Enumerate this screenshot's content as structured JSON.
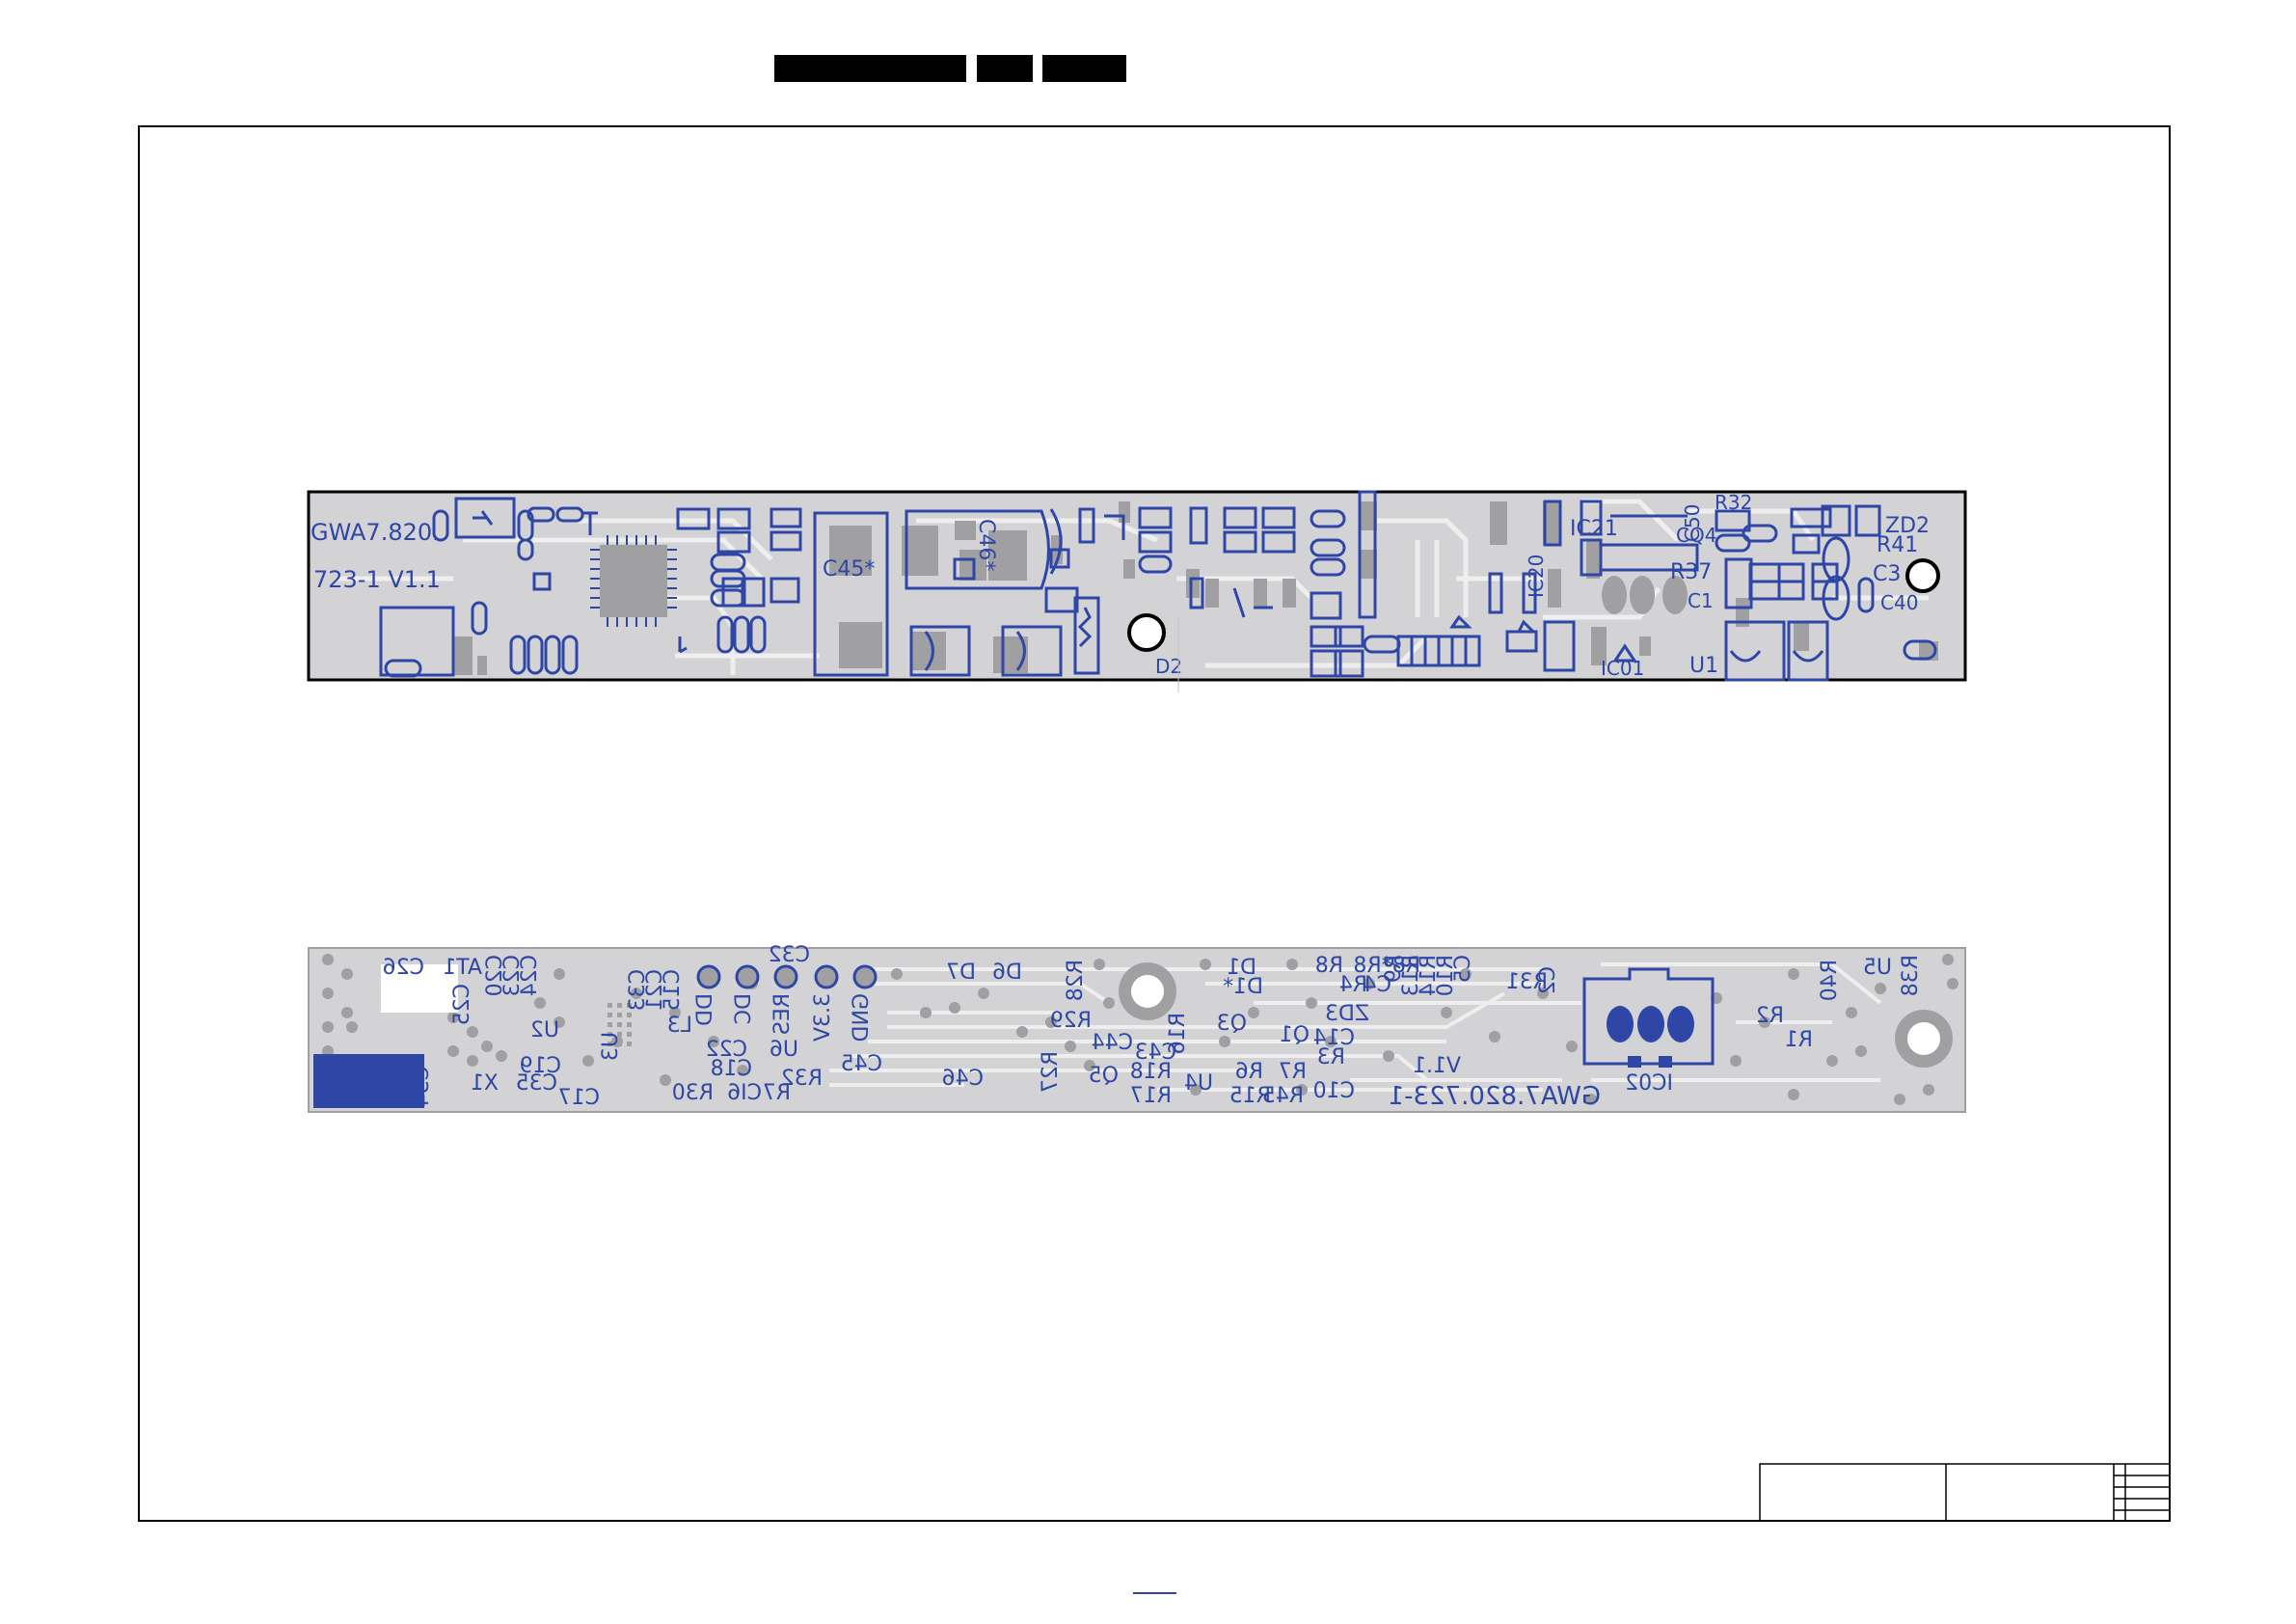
{
  "colors": {
    "board": "#d3d3d5",
    "trace": "#eeeeef",
    "copper": "#2e47a6",
    "pad": "#a0a0a3",
    "outline": "#000000"
  },
  "top_board": {
    "labels": {
      "board_line1": "GWA7.820.",
      "board_line2": "723-1  V1.1",
      "c45": "C45*",
      "c46": "C46*",
      "d2": "D2",
      "ic21": "IC21",
      "ic20": "IC20",
      "c50": "C50",
      "r32": "R32",
      "zd2": "ZD2",
      "cq4": "CQ4",
      "r41": "R41",
      "r37": "R37",
      "c3": "C3",
      "c1": "C1",
      "c40": "C40",
      "ic01": "IC01",
      "u1": "U1"
    }
  },
  "bottom_board": {
    "labels": {
      "c26": "C26",
      "at1": "AT1",
      "c20": "C20",
      "c23": "C23",
      "c24": "C24",
      "c25": "C25",
      "u2": "U2",
      "c19": "C19",
      "c35": "C35",
      "x1": "X1",
      "c34": "C34",
      "c17": "C17",
      "c33": "C33",
      "u3": "U3",
      "c21": "C21",
      "c15": "C15",
      "l3": "L3",
      "c22": "C22",
      "c18": "C18",
      "r30": "R30",
      "c16": "CI6",
      "r7": "R7",
      "r32b": "R32",
      "u6": "U6",
      "c32": "C32",
      "pin_dd": "DD",
      "pin_dc": "DC",
      "pin_res": "RES",
      "pin_33v": "3.3V",
      "pin_gnd": "GND",
      "c45": "C45",
      "c46": "C46",
      "d6": "D6",
      "d7": "D7",
      "r28": "R28",
      "r29": "R29",
      "r27": "R27",
      "c44": "C44",
      "c43": "C43",
      "r16": "R16",
      "q5": "Q5",
      "r18": "R18",
      "u4": "U4",
      "r17": "R17",
      "d1": "D1",
      "d1s": "D1*",
      "q3": "Q3",
      "q1": "Q1",
      "c14": "C14",
      "r6": "R6",
      "r7b": "R7",
      "r15": "R15",
      "r45": "R45",
      "c10": "C10",
      "r8": "R8",
      "r8s": "R8*R8",
      "c4": "C4",
      "r4": "R4",
      "zd3": "ZD3",
      "r3": "R3",
      "r9": "R9",
      "r13": "R13",
      "r14": "R14",
      "r10": "R10",
      "c5": "C5",
      "r31": "R31",
      "c2": "C2",
      "v11": "V1.1",
      "board_code": "GWA7.820.723-1",
      "ic02": "IC02",
      "r2": "R2",
      "r1": "R1",
      "r40": "R40",
      "u5": "U5",
      "r38": "R38"
    }
  }
}
